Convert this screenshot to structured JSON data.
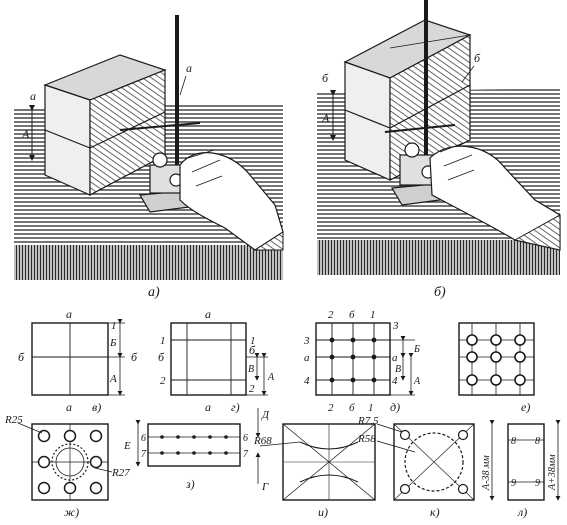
{
  "colors": {
    "ink": "#1a1a1a",
    "paper": "#ffffff",
    "shade": "#8a8a8a"
  },
  "photos": {
    "a": {
      "caption": "а)",
      "stock_label": "a",
      "dim_label": "A",
      "marker_label": "a"
    },
    "b": {
      "caption": "б)",
      "stock_label": "б",
      "dim_label": "A",
      "marker_label": "б"
    }
  },
  "panels": {
    "v": {
      "caption": "в)",
      "top": "а",
      "bottom": "а",
      "left_mid": "б",
      "right_top": "1",
      "right_dim1": "Б",
      "right_dim2": "А",
      "right_side": "б"
    },
    "g": {
      "caption": "г)",
      "top": "а",
      "bottom": "а",
      "left_1": "1",
      "left_b": "б",
      "left_2": "2",
      "right_1": "1",
      "right_b": "б",
      "right_2": "2",
      "dim_v": "В",
      "dim_a": "А"
    },
    "d": {
      "caption": "д)",
      "top": [
        "2",
        "б",
        "1"
      ],
      "bottom": [
        "2",
        "б",
        "1"
      ],
      "left": [
        "3",
        "а",
        "4"
      ],
      "right": [
        "3",
        "а",
        "4"
      ],
      "dim_b": "Б",
      "dim_v": "В",
      "dim_a": "А"
    },
    "e": {
      "caption": "е)"
    },
    "zh": {
      "caption": "ж)",
      "r_outer": "R25",
      "r_inner": "R27"
    },
    "z": {
      "caption": "з)",
      "left": [
        "6",
        "7"
      ],
      "right": [
        "6",
        "7"
      ],
      "dim_e": "Е",
      "dim_d": "Д",
      "dim_g": "Г"
    },
    "i": {
      "caption": "и)",
      "r": "R68"
    },
    "k": {
      "caption": "к)",
      "r_small": "R7,5",
      "r_big": "R58",
      "dim": "А-38 мм"
    },
    "l": {
      "caption": "л)",
      "labels": [
        "8",
        "8",
        "9",
        "9"
      ],
      "dim": "А+38мм"
    }
  }
}
